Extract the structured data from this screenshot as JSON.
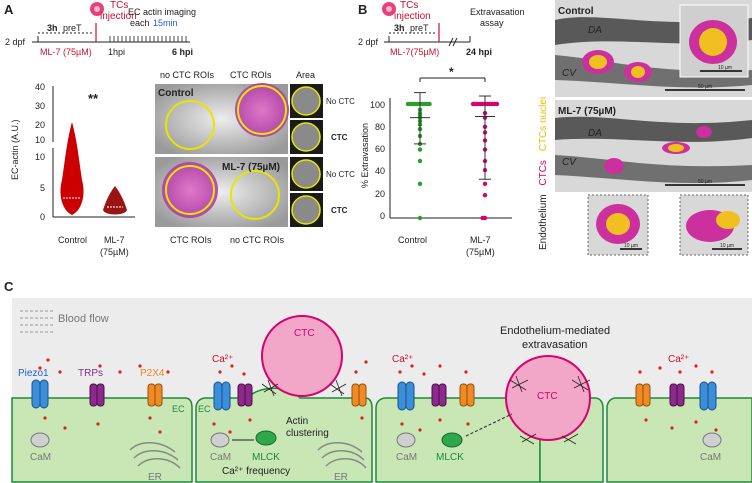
{
  "panels": {
    "a": "A",
    "b": "B",
    "c": "C"
  },
  "timeline_a": {
    "dpf": "2 dpf",
    "pre": "3h",
    "pret": "preT",
    "drug": "ML-7 (75µM)",
    "tcs": "TCs",
    "injection": "injection",
    "imaging1": "EC actin imaging",
    "imaging2": "each",
    "interval": "15min",
    "hpi1": "1hpi",
    "hpi6": "6 hpi"
  },
  "timeline_b": {
    "dpf": "2 dpf",
    "pre": "3h",
    "pret": "preT",
    "drug": "ML-7(75µM)",
    "tcs": "TCs",
    "injection": "injection",
    "assay1": "Extravasation",
    "assay2": "assay",
    "hpi24": "24 hpi"
  },
  "violin_chart": {
    "type": "violin",
    "ylabel": "EC-actin (A.U.)",
    "significance": "**",
    "upper_ticks": [
      "40",
      "30",
      "20",
      "10"
    ],
    "lower_ticks": [
      "10",
      "5",
      "0"
    ],
    "categories": [
      "Control",
      "ML-7",
      "(75µM)"
    ],
    "color": "#cc0000"
  },
  "roi_panel": {
    "top_left": "no CTC ROIs",
    "top_mid": "CTC ROIs",
    "top_right": "Area",
    "control": "Control",
    "ml7": "ML-7 (75µM)",
    "bottom_left": "CTC ROIs",
    "bottom_mid": "no CTC ROIs",
    "side": [
      "No CTC",
      "CTC",
      "No CTC",
      "CTC"
    ]
  },
  "extravasation_chart": {
    "type": "scatter",
    "ylabel": "% Extravasation",
    "yticks": [
      "100",
      "80",
      "60",
      "40",
      "20",
      "0"
    ],
    "ylim": [
      0,
      100
    ],
    "significance": "*",
    "categories": [
      "Control",
      "ML-7",
      "(75µM)"
    ],
    "series": [
      {
        "color": "#2e9b2e",
        "mean": 88,
        "sd_low": 65,
        "sd_high": 110,
        "points": [
          100,
          100,
          100,
          100,
          100,
          100,
          100,
          100,
          100,
          100,
          95,
          92,
          90,
          88,
          85,
          82,
          78,
          72,
          65,
          60,
          50,
          30,
          0
        ]
      },
      {
        "color": "#d6006f",
        "mean": 89,
        "sd_low": 34,
        "sd_high": 107,
        "points": [
          100,
          100,
          100,
          100,
          100,
          100,
          100,
          100,
          100,
          100,
          100,
          92,
          88,
          80,
          75,
          68,
          60,
          50,
          42,
          30,
          20,
          0,
          0
        ]
      }
    ]
  },
  "micro_panel": {
    "control": "Control",
    "ml7": "ML-7 (75µM)",
    "da": "DA",
    "cv": "CV",
    "scale_large": "50 µm",
    "scale_small": "10 µm",
    "side_label": [
      "Endothelium",
      "CTCs",
      "CTCs nuclei"
    ]
  },
  "diagram": {
    "blood_flow": "Blood flow",
    "ctc": "CTC",
    "ca": "Ca²⁺",
    "piezo1": "Piezo1",
    "trps": "TRPs",
    "p2x4": "P2X4",
    "ec": "EC",
    "cam": "CaM",
    "er": "ER",
    "mlck": "MLCK",
    "actin1": "Actin",
    "actin2": "clustering",
    "ca_freq": "Ca²⁺ frequency",
    "extrav1": "Endothelium-mediated",
    "extrav2": "extravasation",
    "colors": {
      "ec_fill": "#c9e6b5",
      "ec_border": "#1f8a3a",
      "ctc": "#f2a6c8",
      "piezo": "#3a8fd8",
      "trp": "#8b2a8b",
      "p2x4": "#f08a24",
      "mlck": "#2ea84a"
    }
  }
}
